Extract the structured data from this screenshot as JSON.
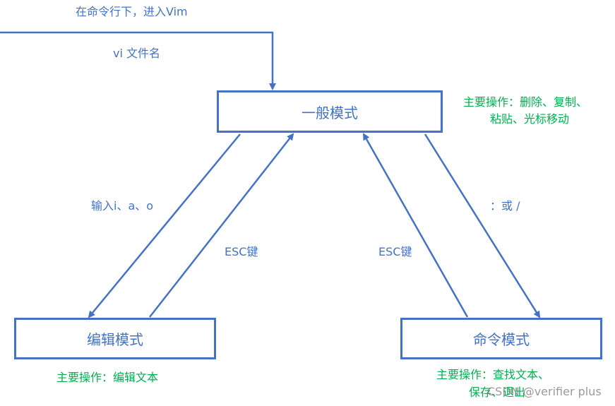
{
  "colors": {
    "line": "#4472c4",
    "label_blue": "#4472c4",
    "label_green": "#00b050"
  },
  "nodes": {
    "normal": "一般模式",
    "edit": "编辑模式",
    "command": "命令模式"
  },
  "entry": {
    "line1": "在命令行下，进入Vim",
    "line2": "vi 文件名"
  },
  "edges": {
    "to_edit": "输入i、a、o",
    "edit_to_normal": "ESC键",
    "command_to_normal": "ESC键",
    "to_command": "：或 /"
  },
  "notes": {
    "normal_line1": "主要操作：删除、复制、",
    "normal_line2": "粘贴、光标移动",
    "edit": "主要操作：编辑文本",
    "command_line1": "主要操作：查找文本、",
    "command_line2": "保存、退出"
  },
  "watermark": "CSDN @verifier plus"
}
